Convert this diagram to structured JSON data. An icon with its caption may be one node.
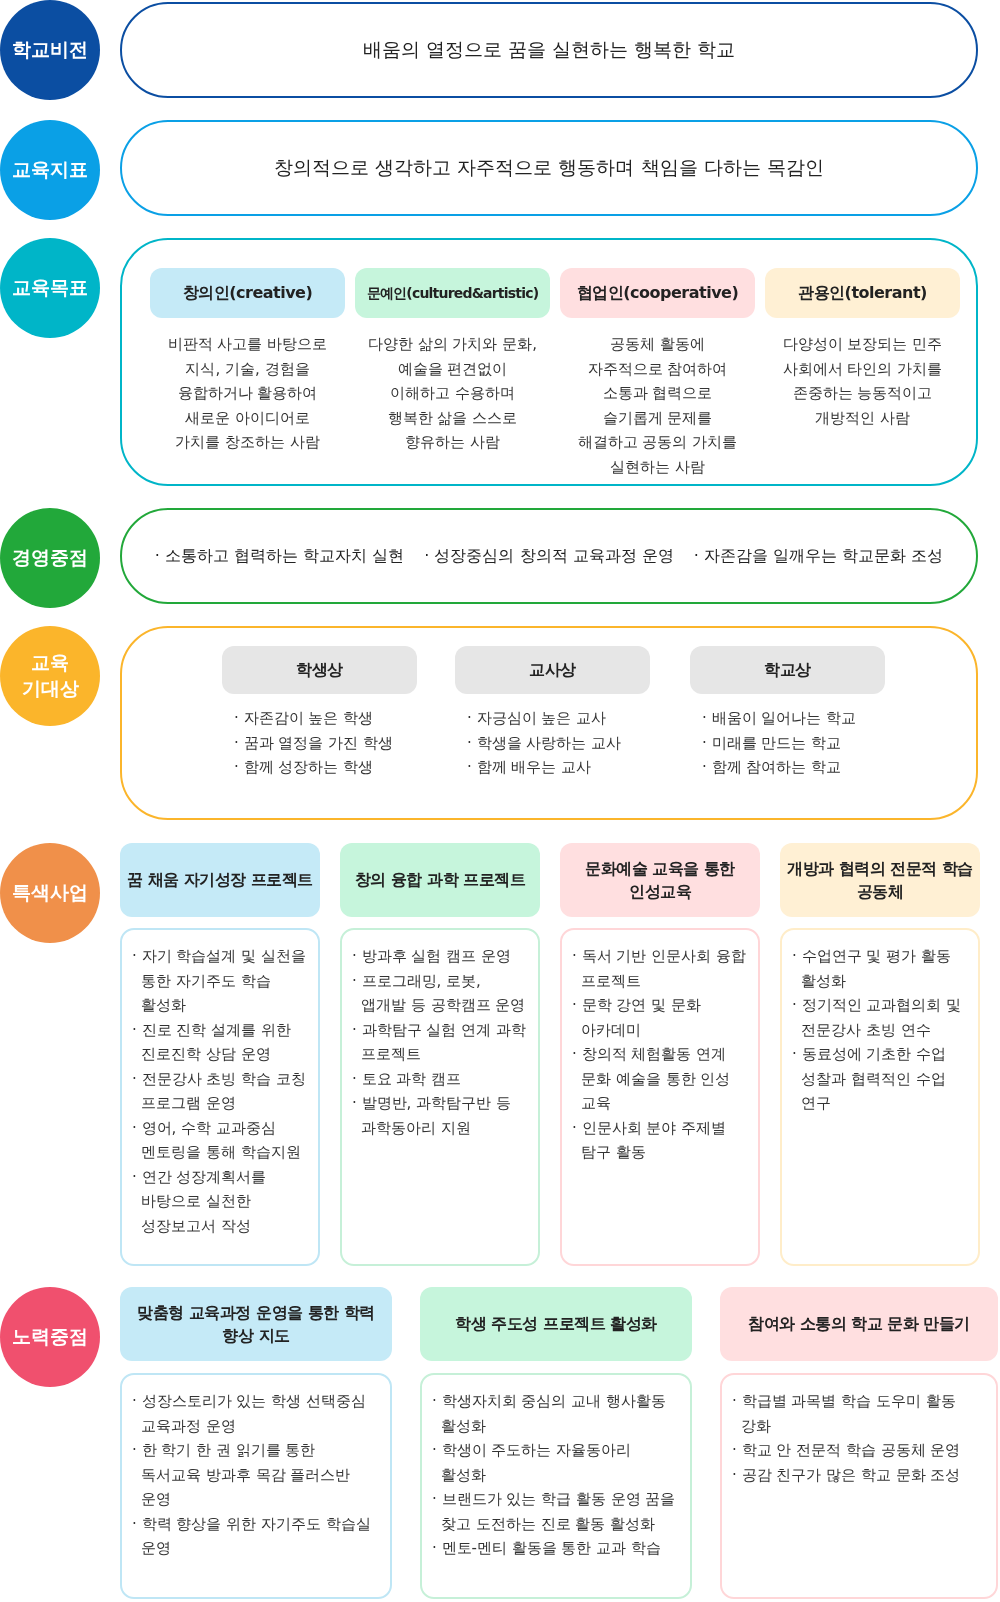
{
  "diagram": {
    "nodes": [
      {
        "text": [
          "학교비전"
        ]
      },
      {
        "text": [
          "배움의 열정으로 꿈을 실현하는 행복한 학교"
        ]
      },
      {
        "text": [
          "교육지표"
        ]
      },
      {
        "text": [
          "창의적으로 생각하고 자주적으로 행동하며 책임을 다하는 목감인"
        ]
      },
      {
        "text": [
          "교육목표"
        ]
      },
      {
        "text": [],
        "shape": "box"
      },
      {
        "text": [
          "창의인(creative)"
        ],
        "in": 5,
        "beside": [
          "비판적 사고를 바탕으로 지식, 기술, 경험을 융합하거나 활용하여 새로운 아이디어로 가치를 창조하는 사람"
        ]
      },
      {
        "text": [
          "문예인(cultured&artistic)"
        ],
        "in": 5,
        "beside": [
          "다양한 삶의 가치와 문화, 예술을 편견없이 이해하고 수용하며 행복한 삶을 스스로 향유하는 사람"
        ]
      },
      {
        "text": [
          "협업인(cooperative)"
        ],
        "in": 5,
        "beside": [
          "공동체 활동에 자주적으로 참여하여 소통과 협력으로 슬기롭게 문제를 해결하고 공동의 가치를 실현하는 사람"
        ]
      },
      {
        "text": [
          "관용인(tolerant)"
        ],
        "in": 5,
        "beside": [
          "다양성이 보장되는 민주 사회에서 타인의 가치를 존중하는 능동적이고 개방적인 사람"
        ]
      },
      {
        "text": [
          "경영중점"
        ]
      },
      {
        "text": [
          "· 소통하고 협력하는 학교자치 실현",
          "· 성장중심의 창의적 교육과정 운영",
          "· 자존감을 일깨우는 학교문화 조성"
        ]
      },
      {
        "text": [
          "교육 기대상"
        ]
      },
      {
        "text": [],
        "shape": "box"
      },
      {
        "text": [
          "학생상"
        ],
        "in": 13,
        "beside": [
          "· 자존감이 높은 학생",
          "· 꿈과 열정을 가진 학생",
          "· 함께 성장하는 학생"
        ]
      },
      {
        "text": [
          "교사상"
        ],
        "in": 13,
        "beside": [
          "· 자긍심이 높은 교사",
          "· 학생을 사랑하는 교사",
          "· 함께 배우는 교사"
        ]
      },
      {
        "text": [
          "학교상"
        ],
        "in": 13,
        "beside": [
          "· 배움이 일어나는 학교",
          "· 미래를 만드는 학교",
          "· 함께 참여하는 학교"
        ]
      },
      {
        "text": [
          "특색사업"
        ]
      },
      {
        "text": [
          "꿈 채움 자기성장 프로젝트"
        ]
      },
      {
        "text": [
          "· 자기 학습설계 및 실천을 통한 자기주도 학습 활성화",
          "· 진로 진학 설계를 위한 진로진학 상담 운영",
          "· 전문강사 초빙 학습 코칭 프로그램 운영",
          "· 영어, 수학 교과중심 멘토링을 통해 학습지원",
          "· 연간 성장계획서를 바탕으로 실천한 성장보고서 작성"
        ]
      },
      {
        "text": [
          "창의 융합 과학 프로젝트"
        ]
      },
      {
        "text": [
          "· 방과후 실험 캠프 운영",
          "· 프로그래밍, 로봇, 앱개발 등 공학캠프 운영",
          "· 과학탐구 실험 연계 과학 프로젝트",
          "· 토요 과학 캠프",
          "· 발명반, 과학탐구반 등 과학동아리 지원"
        ]
      },
      {
        "text": [
          "문화예술 교육을 통한 인성교육"
        ]
      },
      {
        "text": [
          "· 독서 기반 인문사회 융합 프로젝트",
          "· 문학 강연 및 문화 아카데미",
          "· 창의적 체험활동 연계 문화 예술을 통한 인성 교육",
          "· 인문사회 분야 주제별 탐구 활동"
        ]
      },
      {
        "text": [
          "개방과 협력의 전문적 학습 공동체"
        ]
      },
      {
        "text": [
          "· 수업연구 및 평가 활동 활성화",
          "· 정기적인 교과협의회 및 전문강사 초빙 연수",
          "· 동료성에 기초한 수업 성찰과 협력적인 수업 연구"
        ]
      },
      {
        "text": [
          "노력중점"
        ]
      },
      {
        "text": [
          "맞춤형 교육과정 운영을 통한 학력 향상 지도"
        ]
      },
      {
        "text": [
          "· 성장스토리가 있는 학생 선택중심 교육과정 운영",
          "· 한 학기 한 권 읽기를 통한 독서교육 방과후 목감 플러스반 운영",
          "· 학력 향상을 위한 자기주도 학습실 운영"
        ]
      },
      {
        "text": [
          "학생 주도성 프로젝트 활성화"
        ]
      },
      {
        "text": [
          "· 학생자치회 중심의 교내 행사활동 활성화",
          "· 학생이 주도하는 자율동아리 활성화",
          "· 브랜드가 있는 학급 활동 운영 꿈을 찾고 도전하는 진로 활동 활성화",
          "· 멘토-멘티 활동을 통한 교과 학습"
        ]
      },
      {
        "text": [
          "참여와 소통의 학교 문화 만들기"
        ]
      },
      {
        "text": [
          "· 학급별 과목별 학습 도우미 활동 강화",
          "· 학교 안 전문적 학습 공동체 운영",
          "· 공감 친구가 많은 학교 문화 조성"
        ]
      }
    ]
  }
}
